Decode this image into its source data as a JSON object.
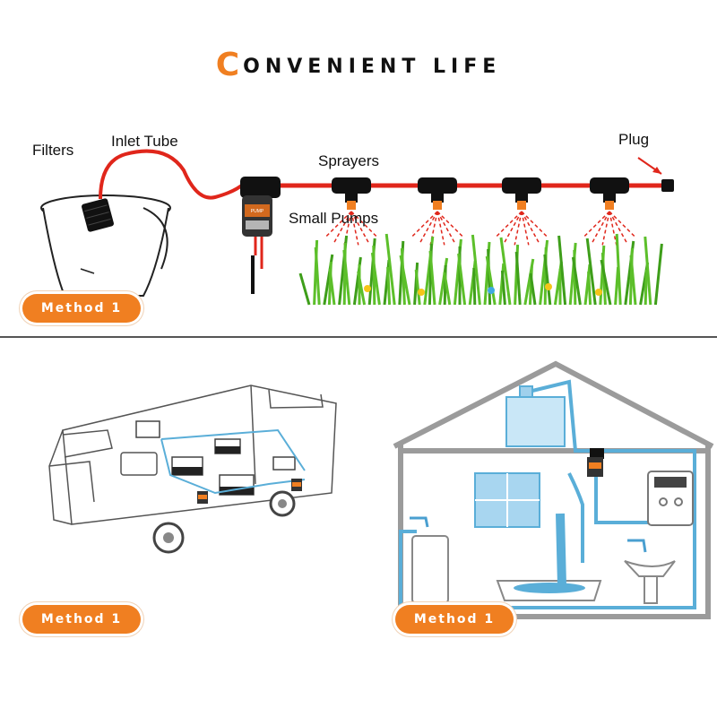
{
  "title": {
    "initial": "C",
    "rest": "ONVENIENT LIFE"
  },
  "labels": {
    "filters": "Filters",
    "inlet_tube": "Inlet Tube",
    "sprayers": "Sprayers",
    "plug": "Plug",
    "small_pumps": "Small Pumps"
  },
  "method_badges": [
    "Method 1",
    "Method 1",
    "Method 1"
  ],
  "colors": {
    "accent": "#f07f21",
    "tube": "#e0261b",
    "water_pipe": "#5aaed8",
    "grass": "#5cbf2a"
  },
  "icons": [
    "bucket-icon",
    "filter-icon",
    "pump-icon",
    "sprayer-icon",
    "plug-icon",
    "grass-icon",
    "rv-icon",
    "house-icon"
  ]
}
